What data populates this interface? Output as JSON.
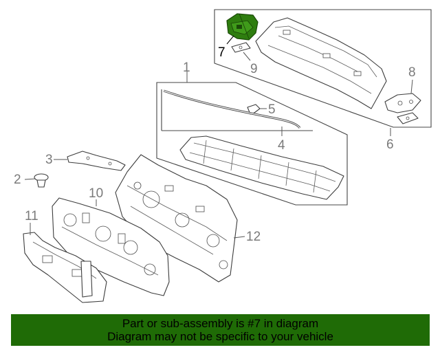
{
  "diagram": {
    "callouts": [
      "1",
      "2",
      "3",
      "4",
      "5",
      "6",
      "7",
      "8",
      "9",
      "10",
      "11",
      "12"
    ],
    "highlighted_callout": "7",
    "highlight_color": "#2e7d0f"
  },
  "banner": {
    "line1": "Part or sub-assembly is #7 in diagram",
    "line2": "Diagram may not be specific to your vehicle",
    "background": "#1f6b06"
  }
}
